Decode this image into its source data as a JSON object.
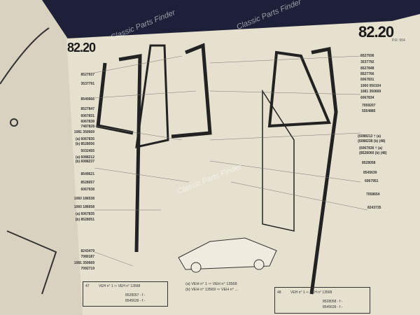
{
  "page_number_left": "82.20",
  "page_number_right": "82.20",
  "page_ref": "P.R. 654",
  "watermark": "Classic Parts Finder",
  "left_labels": [
    "8527937",
    "3537791",
    "8540666",
    "8527847",
    "6067831",
    "6067838",
    "7487828",
    "1081 350669",
    "(a) 6067835",
    "(b) 8528056",
    "5032455",
    "(a) 6088212",
    "(b) 6088237",
    "8549621",
    "8528057",
    "6067938",
    "1060 186538",
    "1060 186658",
    "(a) 6067835",
    "(b) 8528051",
    "8243479",
    "7080187",
    "1081 350669",
    "7092719"
  ],
  "right_labels": [
    "8527936",
    "3537792",
    "8527848",
    "8527766",
    "6067831",
    "1060 050104",
    "1081 350669",
    "6067834",
    "7059207",
    "5554885",
    "{6088212 † (a)",
    "{6088238  (b) (48)",
    "{6067836 † (a)",
    "{8528060  (b) (48)",
    "8528058",
    "8545639",
    "6067951",
    "7058654",
    "8243735"
  ],
  "note_47": {
    "num": "47",
    "header": "VEH n° 1 ⇨ VEH n° 13568",
    "parts": [
      "8528057 - f -",
      "8545639 - f -"
    ]
  },
  "note_48": {
    "num": "48",
    "header": "VEH n° 1 ⇨ VEH n° 13568",
    "parts": [
      "8528058 - f -",
      "8545639 - f -"
    ]
  },
  "legend": [
    "(a) VEH n° 1 ⇨ VEH n° 13568",
    "(b) VEH n° 13569 ⇨ VEH n° ..."
  ],
  "colors": {
    "page": "#e6e0cf",
    "background": "#1d2038",
    "ink": "#1a1a1a"
  }
}
